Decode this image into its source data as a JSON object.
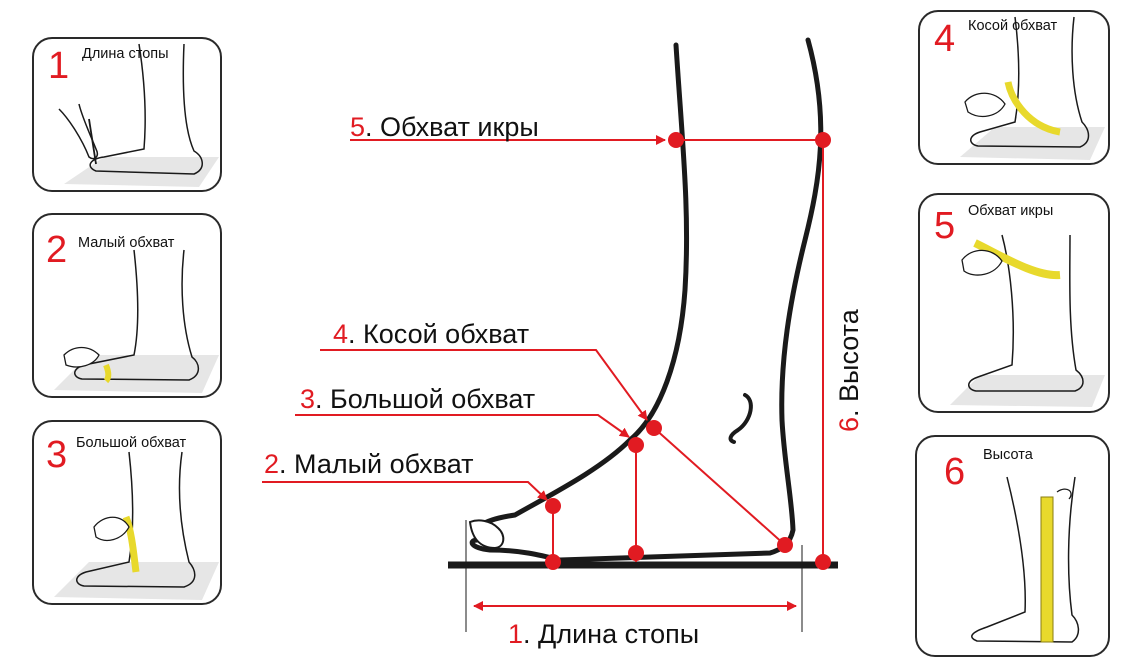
{
  "colors": {
    "accent": "#e11b22",
    "tape": "#e8d92c",
    "outline": "#1a1a1a"
  },
  "cards": [
    {
      "num": "1",
      "label": "Длина стопы"
    },
    {
      "num": "2",
      "label": "Малый обхват"
    },
    {
      "num": "3",
      "label": "Большой обхват"
    },
    {
      "num": "4",
      "label": "Косой обхват"
    },
    {
      "num": "5",
      "label": "Обхват икры"
    },
    {
      "num": "6",
      "label": "Высота"
    }
  ],
  "diagram": {
    "calf": {
      "num": "5",
      "text": ". Обхват икры"
    },
    "oblique": {
      "num": "4",
      "text": ". Косой обхват"
    },
    "large": {
      "num": "3",
      "text": ". Большой обхват"
    },
    "small": {
      "num": "2",
      "text": ". Малый обхват"
    },
    "length": {
      "num": "1",
      "text": ". Длина стопы"
    },
    "height": {
      "num": "6",
      "text": ". Высота"
    }
  }
}
